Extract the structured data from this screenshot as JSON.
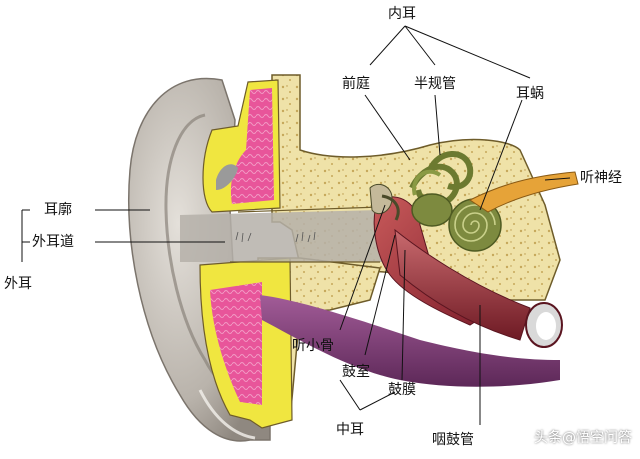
{
  "labels": {
    "inner_ear": "内耳",
    "vestibule": "前庭",
    "semicircular_canals": "半规管",
    "cochlea": "耳蜗",
    "auditory_nerve": "听神经",
    "auricle": "耳廓",
    "external_canal": "外耳道",
    "outer_ear": "外耳",
    "ossicles": "听小骨",
    "tympanic_cavity": "鼓室",
    "eardrum": "鼓膜",
    "middle_ear": "中耳",
    "eustachian_tube": "咽鼓管"
  },
  "watermark": "头条@悟空问答",
  "colors": {
    "skin": "#c9c4bd",
    "bone": "#efe2a8",
    "cartilage": "#f0e640",
    "tissue": "#e8559a",
    "canal": "#b5b0a9",
    "muscle": "#9a2a3a",
    "purple": "#7a3c74",
    "inner_green": "#7d8a3f",
    "nerve": "#e6a338"
  }
}
